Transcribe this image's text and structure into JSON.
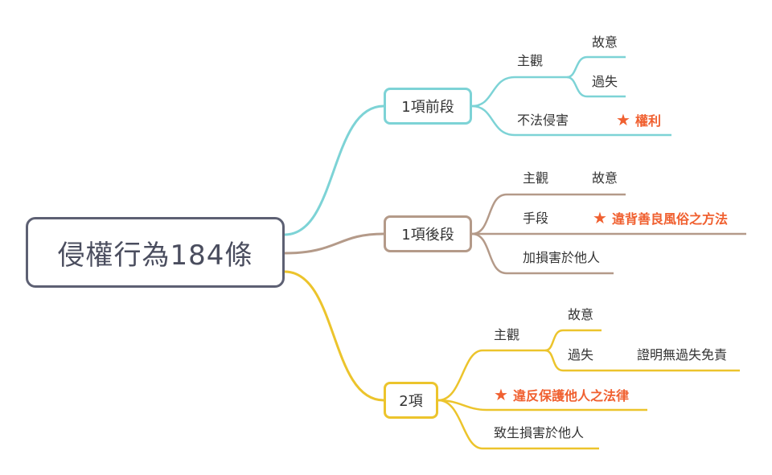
{
  "root": "侵權行為184條",
  "star_glyph": "★",
  "branch1": {
    "label": "1項前段",
    "subjective": "主觀",
    "intent": "故意",
    "negligence": "過失",
    "unlawful": "不法侵害",
    "right": "權利"
  },
  "branch2": {
    "label": "1項後段",
    "subjective": "主觀",
    "intent": "故意",
    "means": "手段",
    "morals": "違背善良風俗之方法",
    "damage": "加損害於他人"
  },
  "branch3": {
    "label": "2項",
    "subjective": "主觀",
    "intent": "故意",
    "negligence": "過失",
    "presumption": "證明無過失免責",
    "protective_law": "違反保護他人之法律",
    "damage": "致生損害於他人"
  },
  "colors": {
    "cyan": "#7dd3d6",
    "brown": "#b49a89",
    "gold": "#ecc42c",
    "highlight": "#f06030",
    "root_border": "#5d6073"
  }
}
